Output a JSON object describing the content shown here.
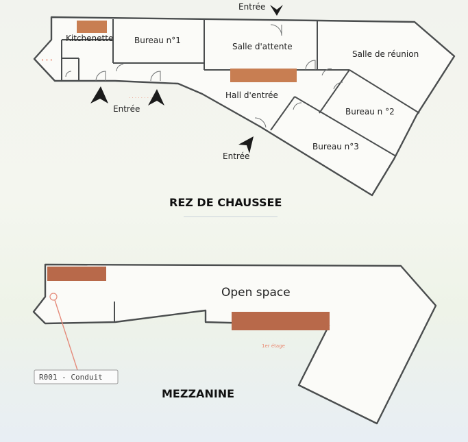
{
  "floors": [
    {
      "heading": "REZ DE CHAUSSEE",
      "rooms": [
        {
          "id": "kitchenette",
          "label": "Kitchenette"
        },
        {
          "id": "bureau1",
          "label": "Bureau n°1"
        },
        {
          "id": "salle-attente",
          "label": "Salle d'attente"
        },
        {
          "id": "salle-reunion",
          "label": "Salle de réunion"
        },
        {
          "id": "hall",
          "label": "Hall d'entrée"
        },
        {
          "id": "bureau2",
          "label": "Bureau n °2"
        },
        {
          "id": "bureau3",
          "label": "Bureau n°3"
        }
      ],
      "entrances": [
        "Entrée",
        "Entrée",
        "Entrée"
      ]
    },
    {
      "heading": "MEZZANINE",
      "rooms": [
        {
          "id": "open-space",
          "label": "Open space"
        },
        {
          "id": "premier-etage",
          "label": "1er étage"
        }
      ],
      "callout": "R001 - Conduit"
    }
  ],
  "colors": {
    "furniture": "#c87e52",
    "walls": "#4a4d4e",
    "callout_line": "#e58a7a"
  }
}
